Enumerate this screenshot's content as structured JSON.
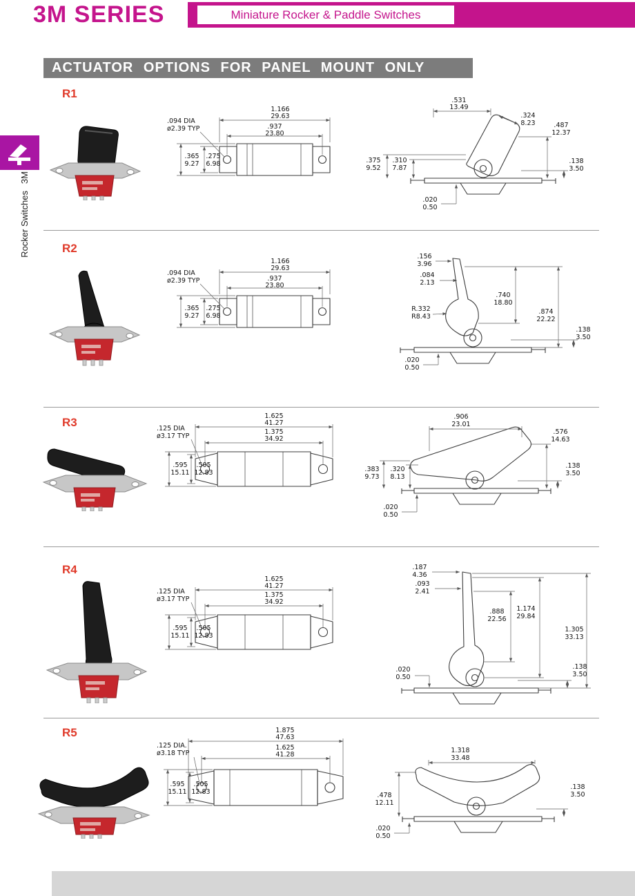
{
  "header": {
    "series": "3M SERIES",
    "subtitle": "Miniature Rocker & Paddle Switches"
  },
  "banner": "ACTUATOR OPTIONS FOR PANEL MOUNT ONLY",
  "sidebar": {
    "brand": "3M",
    "label": "Rocker Switches"
  },
  "colors": {
    "accent_magenta": "#c4148c",
    "sidebar_purple": "#a915a3",
    "banner_gray": "#7c7c7c",
    "label_red": "#e03a2a"
  },
  "sections": [
    {
      "id": "R1",
      "front": {
        "overall_in": "1.166",
        "overall_mm": "29.63",
        "inner_in": ".937",
        "inner_mm": "23.80",
        "hole1": ".094 DIA",
        "hole2": "ø2.39 TYP",
        "h1_in": ".365",
        "h1_mm": "9.27",
        "h2_in": ".275",
        "h2_mm": "6.98"
      },
      "side": {
        "d1_in": ".531",
        "d1_mm": "13.49",
        "d2_in": ".324",
        "d2_mm": "8.23",
        "d3_in": ".487",
        "d3_mm": "12.37",
        "d4_in": ".375",
        "d4_mm": "9.52",
        "d5_in": ".310",
        "d5_mm": "7.87",
        "d6_in": ".138",
        "d6_mm": "3.50",
        "d7_in": ".020",
        "d7_mm": "0.50"
      }
    },
    {
      "id": "R2",
      "front": {
        "overall_in": "1.166",
        "overall_mm": "29.63",
        "inner_in": ".937",
        "inner_mm": "23.80",
        "hole1": ".094 DIA",
        "hole2": "ø2.39 TYP",
        "h1_in": ".365",
        "h1_mm": "9.27",
        "h2_in": ".275",
        "h2_mm": "6.98"
      },
      "side": {
        "d1_in": ".156",
        "d1_mm": "3.96",
        "d2_in": ".084",
        "d2_mm": "2.13",
        "d3_in": ".740",
        "d3_mm": "18.80",
        "d4_in": ".874",
        "d4_mm": "22.22",
        "d5_in": "R.332",
        "d5_mm": "R8.43",
        "d6_in": ".138",
        "d6_mm": "3.50",
        "d7_in": ".020",
        "d7_mm": "0.50"
      }
    },
    {
      "id": "R3",
      "front": {
        "overall_in": "1.625",
        "overall_mm": "41.27",
        "inner_in": "1.375",
        "inner_mm": "34.92",
        "hole1": ".125 DIA",
        "hole2": "ø3.17 TYP",
        "h1_in": ".595",
        "h1_mm": "15.11",
        "h2_in": ".505",
        "h2_mm": "12.83"
      },
      "side": {
        "d1_in": ".906",
        "d1_mm": "23.01",
        "d2_in": ".576",
        "d2_mm": "14.63",
        "d3_in": ".383",
        "d3_mm": "9.73",
        "d4_in": ".320",
        "d4_mm": "8.13",
        "d5_in": ".138",
        "d5_mm": "3.50",
        "d6_in": ".020",
        "d6_mm": "0.50"
      }
    },
    {
      "id": "R4",
      "front": {
        "overall_in": "1.625",
        "overall_mm": "41.27",
        "inner_in": "1.375",
        "inner_mm": "34.92",
        "hole1": ".125 DIA",
        "hole2": "ø3.17 TYP",
        "h1_in": ".595",
        "h1_mm": "15.11",
        "h2_in": ".505",
        "h2_mm": "12.83"
      },
      "side": {
        "d1_in": ".187",
        "d1_mm": "4.36",
        "d2_in": ".093",
        "d2_mm": "2.41",
        "d3_in": ".888",
        "d3_mm": "22.56",
        "d4_in": "1.174",
        "d4_mm": "29.84",
        "d5_in": "1.305",
        "d5_mm": "33.13",
        "d6_in": ".138",
        "d6_mm": "3.50",
        "d7_in": ".020",
        "d7_mm": "0.50"
      }
    },
    {
      "id": "R5",
      "front": {
        "overall_in": "1.875",
        "overall_mm": "47.63",
        "inner_in": "1.625",
        "inner_mm": "41.28",
        "hole1": ".125 DIA.",
        "hole2": "ø3.18 TYP",
        "h1_in": ".595",
        "h1_mm": "15.11",
        "h2_in": ".505",
        "h2_mm": "12.83"
      },
      "side": {
        "d1_in": "1.318",
        "d1_mm": "33.48",
        "d2_in": ".478",
        "d2_mm": "12.11",
        "d3_in": ".138",
        "d3_mm": "3.50",
        "d4_in": ".020",
        "d4_mm": "0.50"
      }
    }
  ]
}
